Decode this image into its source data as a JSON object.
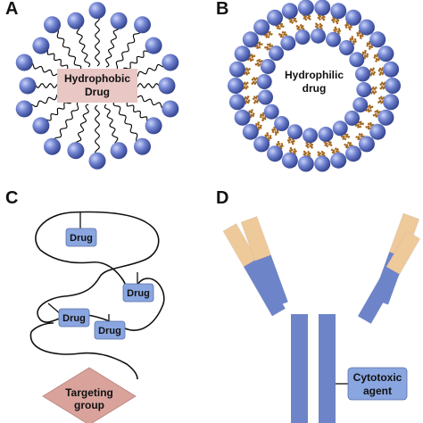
{
  "panels": {
    "a": {
      "letter": "A",
      "label_line1": "Hydrophobic",
      "label_line2": "Drug",
      "label_fill": "#e8c7c4"
    },
    "b": {
      "letter": "B",
      "label_line1": "Hydrophilic",
      "label_line2": "drug"
    },
    "c": {
      "letter": "C",
      "drug_labels": [
        "Drug",
        "Drug",
        "Drug",
        "Drug"
      ],
      "targeting_line1": "Targeting",
      "targeting_line2": "group",
      "drug_fill": "#8aa6e0",
      "targeting_fill": "#d9a39c"
    },
    "d": {
      "letter": "D",
      "agent_line1": "Cytotoxic",
      "agent_line2": "agent",
      "antibody_fill": "#6e84c8",
      "tip_fill": "#eec99a",
      "agent_fill": "#8aa6e0"
    }
  },
  "colors": {
    "sphere_dark": "#2f3f8a",
    "sphere_light": "#9fb0ee",
    "tail": "#000000",
    "bilayer_tail": "#a5691f"
  }
}
